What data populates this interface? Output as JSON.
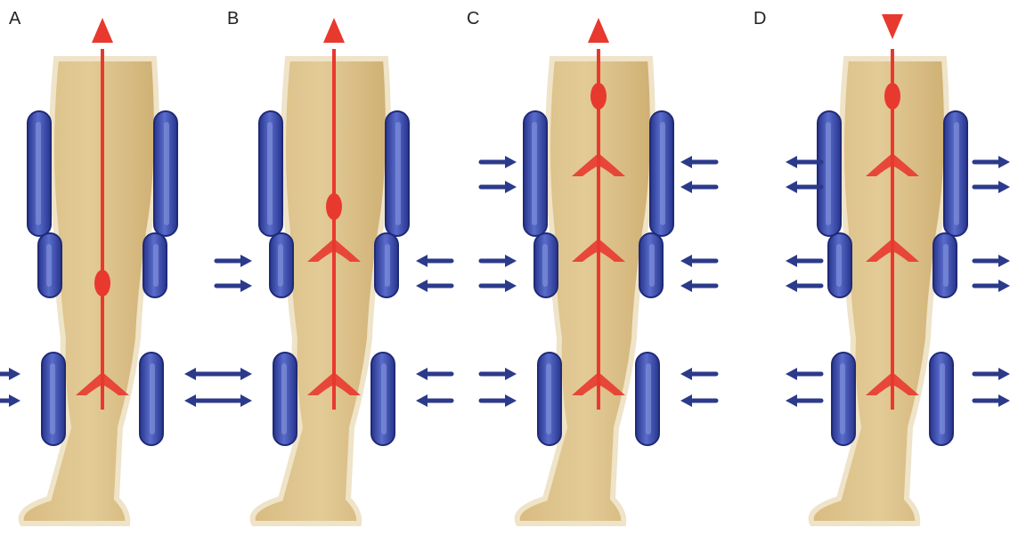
{
  "panels": [
    {
      "label": "A",
      "arrow": "up",
      "cuffs": [
        "ankle"
      ],
      "cuff_colors": [
        "#2f3e9e"
      ]
    },
    {
      "label": "B",
      "arrow": "up",
      "cuffs": [
        "ankle",
        "knee"
      ],
      "cuff_colors": [
        "#2f3e9e"
      ]
    },
    {
      "label": "C",
      "arrow": "up",
      "cuffs": [
        "ankle",
        "knee",
        "thigh"
      ],
      "cuff_colors": [
        "#2f3e9e"
      ]
    },
    {
      "label": "D",
      "arrow": "down",
      "cuffs": [
        "ankle",
        "knee",
        "thigh"
      ],
      "cuff_colors": [
        "#2f3e9e"
      ]
    }
  ],
  "colors": {
    "leg": "#dcc189",
    "leg_shadow": "#c9a96a",
    "cuff": "#2f3e9e",
    "cuff_light": "#7d8ed8",
    "flow": "#e8392f",
    "pressure_arrow": "#2b3a8a"
  },
  "icons": [
    "red-flow-arrow-icon",
    "blue-pressure-arrow-icon"
  ]
}
